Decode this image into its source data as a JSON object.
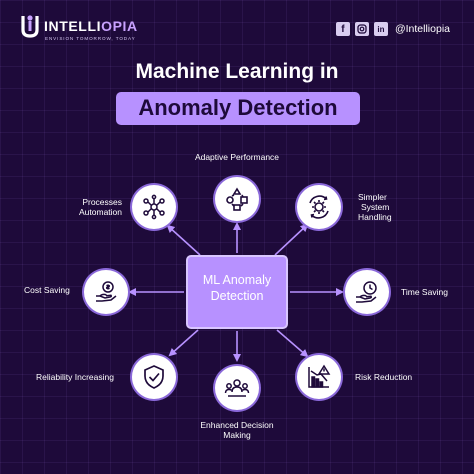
{
  "header": {
    "brand_main": "INTELLI",
    "brand_accent": "OPIA",
    "tagline": "ENVISION TOMORROW, TODAY",
    "social_handle": "@Intelliopia",
    "social_icons": [
      "facebook-icon",
      "instagram-icon",
      "linkedin-icon"
    ]
  },
  "title": {
    "line1": "Machine Learning in",
    "line2": "Anomaly Detection"
  },
  "center": {
    "line1": "ML Anomaly",
    "line2": "Detection"
  },
  "nodes": {
    "adaptive": {
      "label": "Adaptive Performance",
      "icon": "shapes-cycle-icon"
    },
    "processes": {
      "line1": "Processes",
      "line2": "Automation",
      "icon": "network-nodes-icon"
    },
    "simpler": {
      "line1": "Simpler",
      "line2": "System",
      "line3": "Handling",
      "icon": "gear-cycle-icon"
    },
    "cost": {
      "label": "Cost Saving",
      "icon": "hand-coin-icon"
    },
    "time": {
      "label": "Time Saving",
      "icon": "hand-clock-icon"
    },
    "reliability": {
      "label": "Reliability Increasing",
      "icon": "shield-check-icon"
    },
    "risk": {
      "label": "Risk Reduction",
      "icon": "risk-chart-icon"
    },
    "enhanced": {
      "line1": "Enhanced Decision",
      "line2": "Making",
      "icon": "team-decision-icon"
    }
  },
  "colors": {
    "background": "#1e0a3a",
    "accent": "#b791ff",
    "node_fill": "#ffffff",
    "arrow": "#b791ff"
  }
}
